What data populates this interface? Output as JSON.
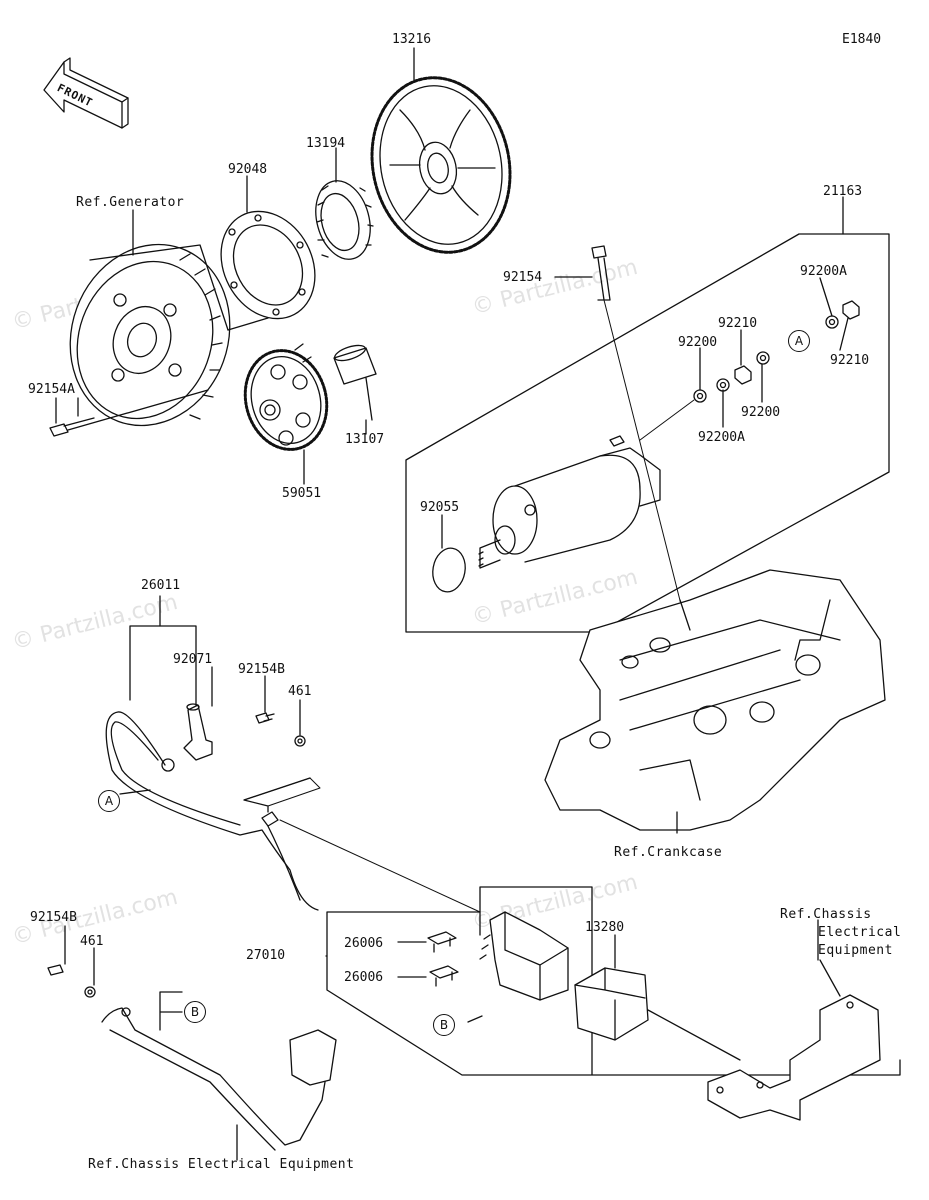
{
  "diagram_code": "E1840",
  "front_label": "FRONT",
  "watermark_text": "© Partzilla.com",
  "parts": {
    "p13216": "13216",
    "p13194": "13194",
    "p92048": "92048",
    "p21163": "21163",
    "p92154": "92154",
    "p92200A_top": "92200A",
    "p92210_top": "92210",
    "p92200_left": "92200",
    "p92210_right": "92210",
    "p92200_mid": "92200",
    "p92200A_bot": "92200A",
    "p92154A": "92154A",
    "p13107": "13107",
    "p59051": "59051",
    "p92055": "92055",
    "p26011": "26011",
    "p92071": "92071",
    "p92154B_top": "92154B",
    "p461_top": "461",
    "p92154B_bot": "92154B",
    "p461_bot": "461",
    "p27010": "27010",
    "p26006_a": "26006",
    "p26006_b": "26006",
    "p13280": "13280"
  },
  "refs": {
    "generator": "Ref.Generator",
    "crankcase": "Ref.Crankcase",
    "chassis_top": [
      "Ref.Chassis",
      "Electrical",
      "Equipment"
    ],
    "chassis_bottom": "Ref.Chassis Electrical Equipment"
  },
  "callouts": {
    "a1": "A",
    "a2": "A",
    "b1": "B",
    "b2": "B"
  }
}
